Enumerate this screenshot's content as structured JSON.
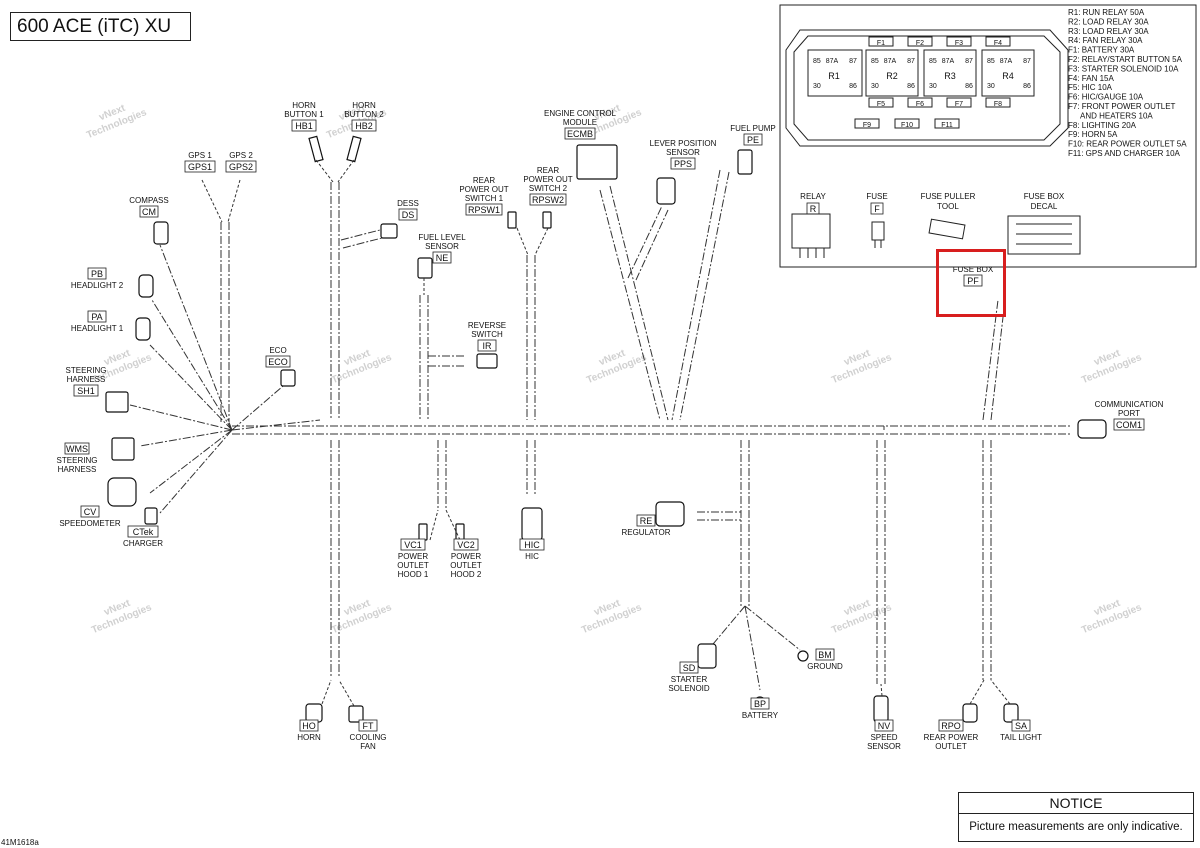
{
  "title": "600 ACE (iTC) XU",
  "watermark": [
    "vNext",
    "Technologies"
  ],
  "components": {
    "HB1": {
      "code": "HB1",
      "label": [
        "HORN",
        "BUTTON 1"
      ]
    },
    "HB2": {
      "code": "HB2",
      "label": [
        "HORN",
        "BUTTON 2"
      ]
    },
    "GPS1": {
      "code": "GPS1",
      "label": [
        "GPS 1"
      ]
    },
    "GPS2": {
      "code": "GPS2",
      "label": [
        "GPS 2"
      ]
    },
    "CM": {
      "code": "CM",
      "label": [
        "COMPASS"
      ]
    },
    "PB": {
      "code": "PB",
      "label": [
        "HEADLIGHT 2"
      ]
    },
    "PA": {
      "code": "PA",
      "label": [
        "HEADLIGHT 1"
      ]
    },
    "SH1": {
      "code": "SH1",
      "label": [
        "STEERING",
        "HARNESS"
      ]
    },
    "WMS": {
      "code": "WMS",
      "label": [
        "STEERING",
        "HARNESS"
      ]
    },
    "CV": {
      "code": "CV",
      "label": [
        "SPEEDOMETER"
      ]
    },
    "CTek": {
      "code": "CTek",
      "label": [
        "CHARGER"
      ]
    },
    "ECO": {
      "code": "ECO",
      "label": [
        "ECO"
      ]
    },
    "DS": {
      "code": "DS",
      "label": [
        "DESS"
      ]
    },
    "NE": {
      "code": "NE",
      "label": [
        "FUEL LEVEL",
        "SENSOR"
      ]
    },
    "IR": {
      "code": "IR",
      "label": [
        "REVERSE",
        "SWITCH"
      ]
    },
    "RPSW1": {
      "code": "RPSW1",
      "label": [
        "REAR",
        "POWER OUT",
        "SWITCH 1"
      ]
    },
    "RPSW2": {
      "code": "RPSW2",
      "label": [
        "REAR",
        "POWER OUT",
        "SWITCH 2"
      ]
    },
    "ECMB": {
      "code": "ECMB",
      "label": [
        "ENGINE CONTROL",
        "MODULE"
      ]
    },
    "PPS": {
      "code": "PPS",
      "label": [
        "LEVER POSITION",
        "SENSOR"
      ]
    },
    "PE": {
      "code": "PE",
      "label": [
        "FUEL PUMP"
      ]
    },
    "COM1": {
      "code": "COM1",
      "label": [
        "COMMUNICATION",
        "PORT"
      ]
    },
    "VC1": {
      "code": "VC1",
      "label": [
        "POWER",
        "OUTLET",
        "HOOD 1"
      ]
    },
    "VC2": {
      "code": "VC2",
      "label": [
        "POWER",
        "OUTLET",
        "HOOD 2"
      ]
    },
    "HIC": {
      "code": "HIC",
      "label": [
        "HIC"
      ]
    },
    "RE": {
      "code": "RE",
      "label": [
        "REGULATOR"
      ]
    },
    "SD": {
      "code": "SD",
      "label": [
        "STARTER",
        "SOLENOID"
      ]
    },
    "BM": {
      "code": "BM",
      "label": [
        "GROUND"
      ]
    },
    "BP": {
      "code": "BP",
      "label": [
        "BATTERY"
      ]
    },
    "HO": {
      "code": "HO",
      "label": [
        "HORN"
      ]
    },
    "FT": {
      "code": "FT",
      "label": [
        "COOLING",
        "FAN"
      ]
    },
    "NV": {
      "code": "NV",
      "label": [
        "SPEED",
        "SENSOR"
      ]
    },
    "RPO": {
      "code": "RPO",
      "label": [
        "REAR POWER",
        "OUTLET"
      ]
    },
    "SA": {
      "code": "SA",
      "label": [
        "TAIL LIGHT"
      ]
    },
    "PF": {
      "code": "PF",
      "label": [
        "FUSE BOX"
      ]
    }
  },
  "fusebox": {
    "fuse_slots_top": [
      "F1",
      "F2",
      "F3",
      "F4"
    ],
    "fuse_slots_bottom": [
      "F5",
      "F6",
      "F7",
      "F8"
    ],
    "fuse_slots_lower": [
      "F9",
      "F10",
      "F11"
    ],
    "relays": [
      "R1",
      "R2",
      "R3",
      "R4"
    ],
    "pins": [
      "85",
      "87A",
      "87",
      "30",
      "86"
    ],
    "legend": [
      "R1: RUN RELAY 50A",
      "R2: LOAD RELAY 30A",
      "R3: LOAD RELAY 30A",
      "R4: FAN RELAY 30A",
      "F1: BATTERY 30A",
      "F2: RELAY/START BUTTON 5A",
      "F3: STARTER SOLENOID 10A",
      "F4: FAN 15A",
      "F5: HIC 10A",
      "F6: HIC/GAUGE 10A",
      "F7: FRONT POWER OUTLET",
      "AND HEATERS 10A",
      "F8: LIGHTING 20A",
      "F9: HORN 5A",
      "F10: REAR POWER OUTLET 5A",
      "F11: GPS AND CHARGER 10A"
    ],
    "parts": [
      {
        "code": "R",
        "label": [
          "RELAY"
        ]
      },
      {
        "code": "F",
        "label": [
          "FUSE"
        ]
      },
      {
        "code": "",
        "label": [
          "FUSE PULLER",
          "TOOL"
        ]
      },
      {
        "code": "",
        "label": [
          "FUSE BOX",
          "DECAL"
        ]
      }
    ]
  },
  "notice": {
    "heading": "NOTICE",
    "text": "Picture measurements are only indicative."
  },
  "footer": "41M1618a",
  "colors": {
    "highlight": "#d81e1e",
    "line": "#333333"
  }
}
